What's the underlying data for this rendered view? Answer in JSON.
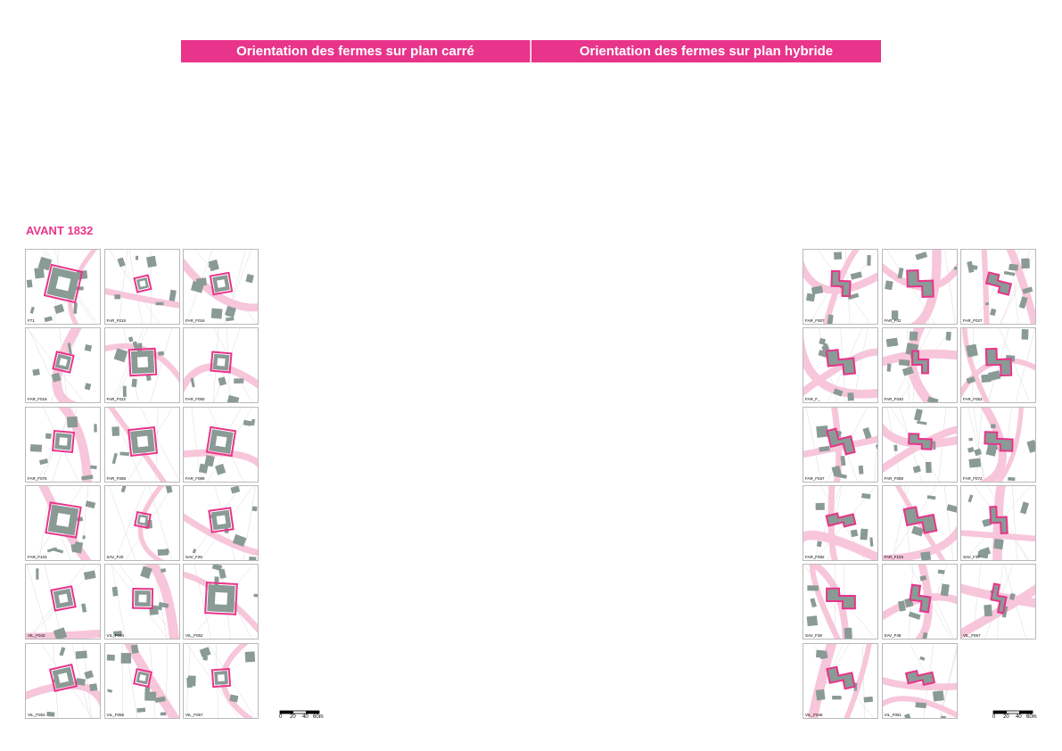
{
  "headers": {
    "left": "Orientation des fermes sur plan carré",
    "right": "Orientation des fermes sur plan hybride"
  },
  "section_title": "AVANT 1832",
  "colors": {
    "accent": "#e8348a",
    "road": "#f7c6da",
    "building": "#8a9a95",
    "outline": "#e8348a"
  },
  "left_grid": {
    "labels": [
      "F71",
      "FAR_F015",
      "FAR_F016",
      "FAR_F019",
      "FAR_F022",
      "FAR_F050",
      "FAR_F075",
      "FAR_F088",
      "FAR_F099",
      "FAR_F103",
      "SAV_F20",
      "SAV_F26",
      "VIL_F042",
      "VIL_F044",
      "VIL_F052",
      "VIL_F053",
      "VIL_F056",
      "VIL_F057"
    ]
  },
  "right_grid": {
    "labels": [
      "FAR_F007",
      "FAR_F02",
      "FAR_F027",
      "FAR_F_",
      "FAR_F040",
      "FAR_F053",
      "FAR_F047",
      "FAR_F059",
      "FAR_F072",
      "FAR_F082",
      "FAR_F103",
      "SAV_F37",
      "SAV_F38",
      "SAV_F49",
      "VIL_F067",
      "VIL_F046",
      "VIL_F051"
    ]
  },
  "scale_bar": {
    "ticks": [
      "0",
      "20",
      "40",
      "60m"
    ]
  }
}
